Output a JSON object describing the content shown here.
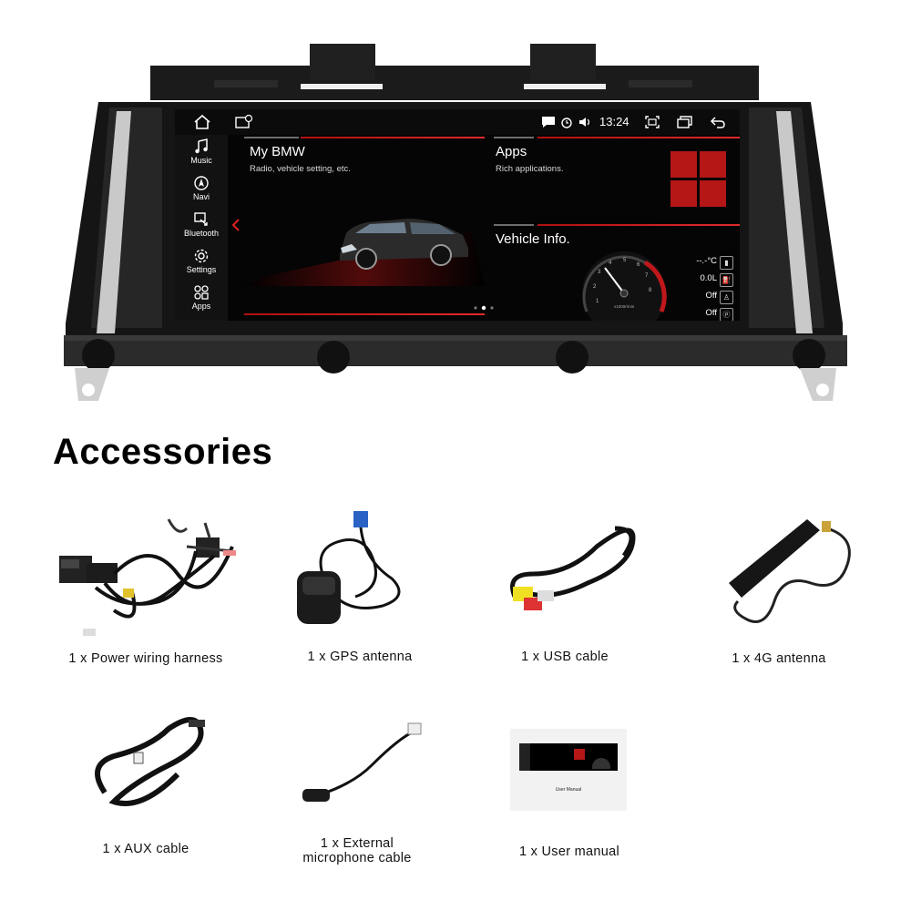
{
  "screen": {
    "status": {
      "time": "13:24"
    },
    "sidebar": [
      {
        "label": "Music",
        "icon": "music-icon"
      },
      {
        "label": "Navi",
        "icon": "navigation-icon"
      },
      {
        "label": "Bluetooth",
        "icon": "bluetooth-phone-icon"
      },
      {
        "label": "Settings",
        "icon": "gear-icon"
      },
      {
        "label": "Apps",
        "icon": "apps-icon"
      }
    ],
    "cards": {
      "mybmw": {
        "title": "My BMW",
        "subtitle": "Radio, vehicle setting, etc."
      },
      "apps": {
        "title": "Apps",
        "subtitle": "Rich applications."
      },
      "vehicle": {
        "title": "Vehicle Info."
      }
    },
    "gauge": {
      "unit_label": "x1000r/min",
      "ticks": [
        "1",
        "2",
        "3",
        "4",
        "5",
        "6",
        "7",
        "8"
      ]
    },
    "vehicle_info": [
      {
        "value": "--.-°C",
        "icon": "thermometer-icon"
      },
      {
        "value": "0.0L",
        "icon": "fuel-icon"
      },
      {
        "value": "Off",
        "icon": "seatbelt-icon"
      },
      {
        "value": "Off",
        "icon": "parking-brake-icon"
      }
    ],
    "page_indicator": {
      "pages": 3,
      "current": 2
    },
    "colors": {
      "accent": "#c0171b",
      "background": "#000000"
    }
  },
  "heading": "Accessories",
  "accessories": [
    {
      "caption": "1 x Power wiring harness"
    },
    {
      "caption": "1 x GPS antenna"
    },
    {
      "caption": "1 x USB cable"
    },
    {
      "caption": "1 x 4G antenna"
    },
    {
      "caption": "1 x AUX cable"
    },
    {
      "caption_line1": "1 x External",
      "caption_line2": "microphone cable"
    },
    {
      "caption": "1 x User manual"
    }
  ],
  "manual_cover_text": "User Manual"
}
